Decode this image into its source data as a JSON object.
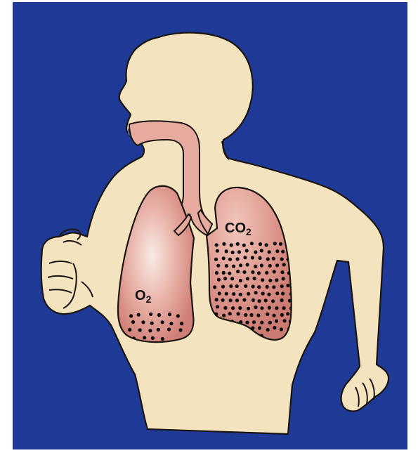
{
  "colors": {
    "background": "#1f3a96",
    "body": "#f4e3bf",
    "outline": "#1a1510",
    "lung": "#d98f86",
    "lung_light": "#f7e6de",
    "airway": "#e7aa9f",
    "dots": "#0d0d0d"
  },
  "labels": {
    "left_lung": {
      "main": "O",
      "sub": "2"
    },
    "right_lung": {
      "main": "CO",
      "sub": "2"
    }
  },
  "dots": {
    "left_lung_count": 22,
    "right_lung_count": 150
  }
}
